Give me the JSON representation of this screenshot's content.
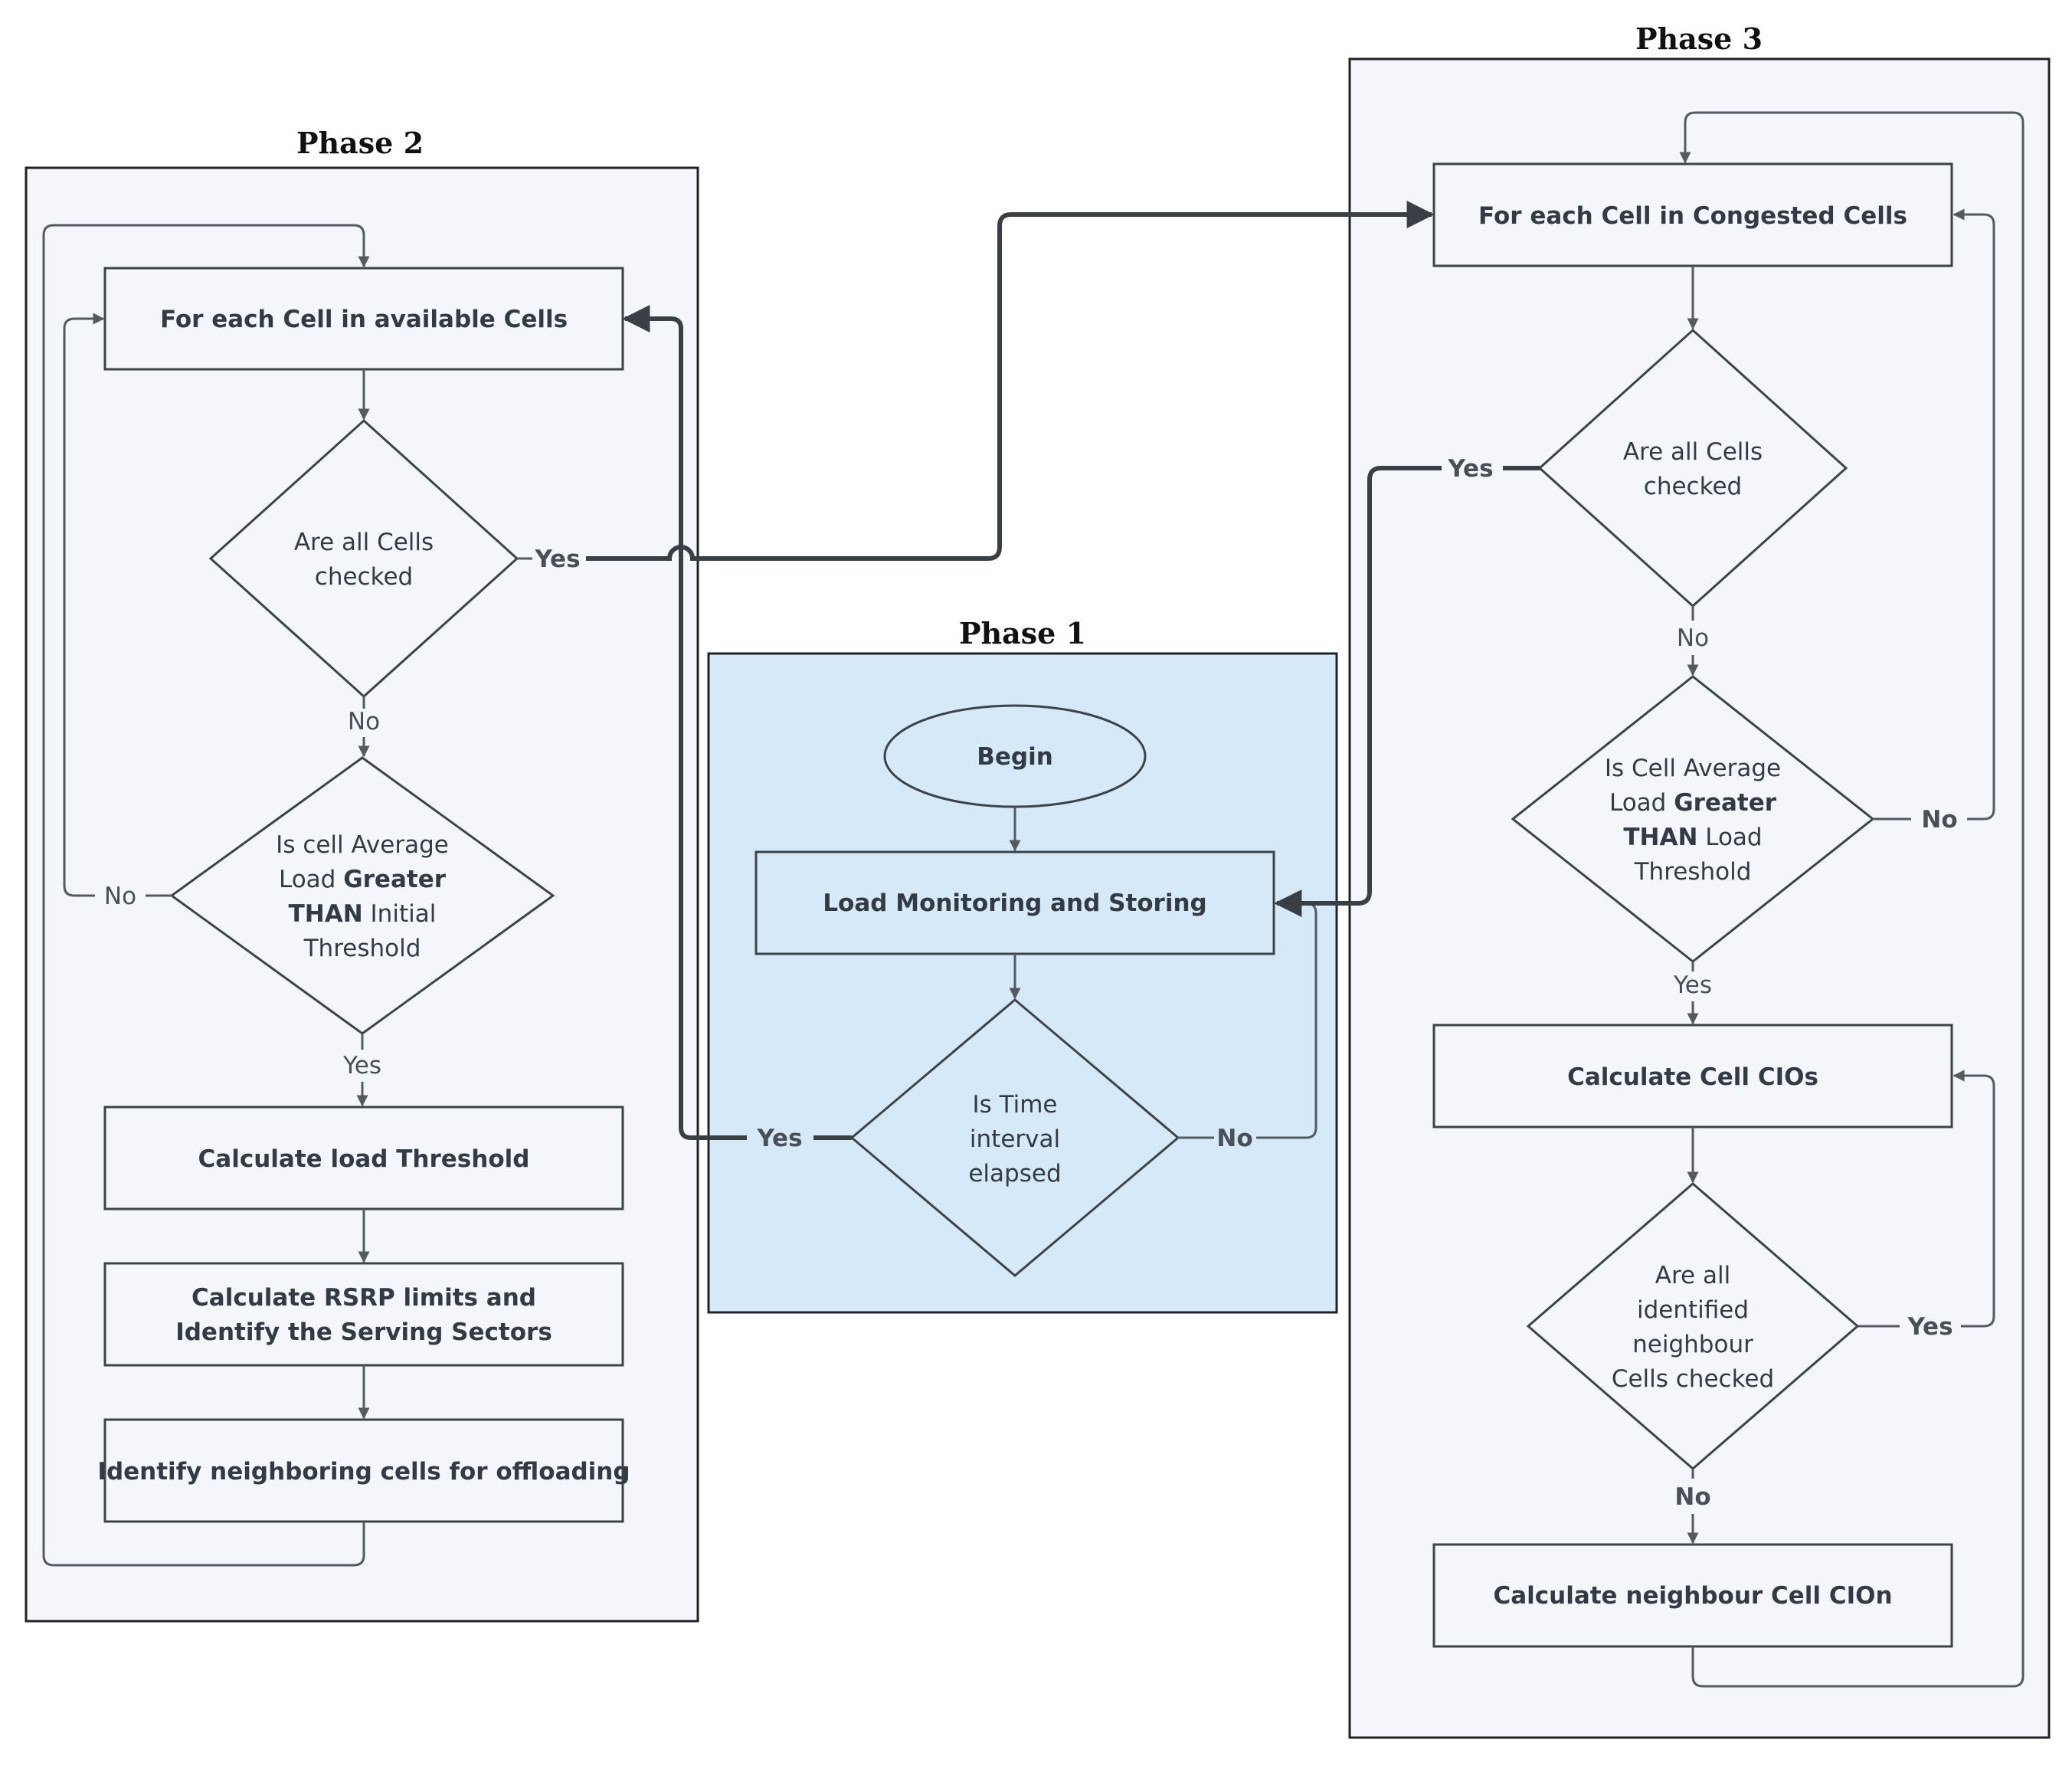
{
  "colors": {
    "phase_panel_fill": "#f3f7fb",
    "phase1_panel_fill": "#d5e9f8",
    "stroke": "#3e434a",
    "text": "#333a44"
  },
  "phases": {
    "phase1": {
      "title": "Phase 1",
      "begin": "Begin",
      "load_monitoring": "Load Monitoring and Storing",
      "decision_lines": [
        "Is Time",
        "interval",
        "elapsed"
      ],
      "yes": "Yes",
      "no": "No"
    },
    "phase2": {
      "title": "Phase 2",
      "for_each": "For each Cell in available Cells",
      "decision1_lines": [
        "Are all Cells",
        "checked"
      ],
      "decision1_yes": "Yes",
      "decision1_no": "No",
      "decision2": {
        "line1": "Is cell Average",
        "line2_a": "Load ",
        "line2_b": "Greater",
        "line3_a": "THAN",
        "line3_b": " Initial",
        "line4": "Threshold"
      },
      "decision2_no": "No",
      "decision2_yes": "Yes",
      "calc_threshold": "Calculate load Threshold",
      "calc_rsrp_lines": [
        "Calculate RSRP limits and",
        "Identify the Serving Sectors"
      ],
      "identify_neighbors": "Identify neighboring cells for offloading"
    },
    "phase3": {
      "title": "Phase 3",
      "for_each": "For each Cell in Congested Cells",
      "decision1_lines": [
        "Are all Cells",
        "checked"
      ],
      "decision1_yes": "Yes",
      "decision1_no": "No",
      "decision2": {
        "line1": "Is Cell Average",
        "line2_a": "Load ",
        "line2_b": "Greater",
        "line3_a": "THAN",
        "line3_b": " Load",
        "line4": "Threshold"
      },
      "decision2_no": "No",
      "decision2_yes": "Yes",
      "calc_cios": "Calculate Cell CIOs",
      "decision3_lines": [
        "Are all",
        "identified",
        "neighbour",
        "Cells checked"
      ],
      "decision3_yes": "Yes",
      "decision3_no": "No",
      "calc_cion": "Calculate neighbour Cell CIOn"
    }
  }
}
